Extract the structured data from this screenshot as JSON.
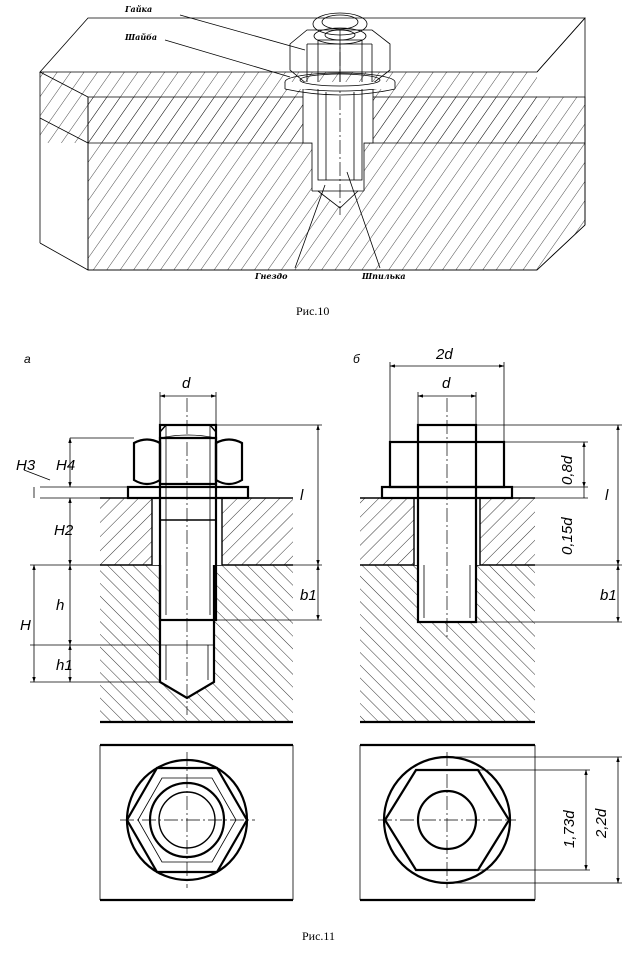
{
  "figure10": {
    "labels": {
      "nut": "Гайка",
      "washer": "Шайба",
      "socket": "Гнездо",
      "stud": "Шпилька"
    },
    "caption": "Рис.10"
  },
  "figure11": {
    "caption": "Рис.11",
    "view_a": {
      "letter": "а",
      "dims": {
        "d": "d",
        "H3": "H3",
        "H4": "H4",
        "H2": "H2",
        "H": "H",
        "h": "h",
        "h1": "h1",
        "l": "l",
        "b1": "b1"
      }
    },
    "view_b": {
      "letter": "б",
      "dims": {
        "two_d": "2d",
        "d": "d",
        "zero_8d": "0,8d",
        "zero_15d": "0,15d",
        "l": "l",
        "b1": "b1",
        "one_73d": "1,73d",
        "two_2d": "2,2d"
      }
    }
  }
}
